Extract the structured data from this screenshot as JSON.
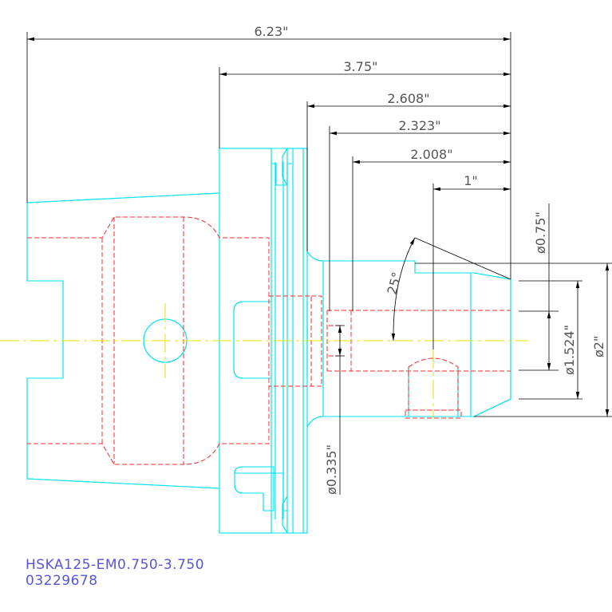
{
  "drawing": {
    "dimensions": {
      "overall_length": "6.23\"",
      "flange_to_end": "3.75\"",
      "length_2608": "2.608\"",
      "length_2323": "2.323\"",
      "length_2008": "2.008\"",
      "length_1": "1\"",
      "angle": "25°",
      "bore_dia": "ø0.75\"",
      "dia_1524": "ø1.524\"",
      "outer_dia": "ø2\"",
      "small_dia": "ø0.335\""
    },
    "part_number": "HSKA125-EM0.750-3.750",
    "item_number": "03229678"
  },
  "colors": {
    "outline": "#00e5ee",
    "hidden": "#ff2a2a",
    "center": "#e6e600",
    "dimension": "#000000",
    "dim_text": "#555555",
    "caption": "#5555dd"
  }
}
